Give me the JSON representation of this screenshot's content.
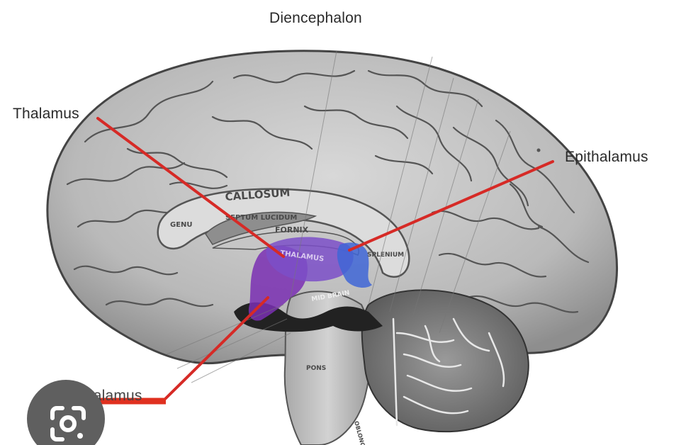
{
  "diagram": {
    "title": "Diencephalon",
    "labels": {
      "thalamus": "Thalamus",
      "epithalamus": "Epithalamus",
      "hypothalamus": "Hypothalamus"
    },
    "structure_labels": {
      "callosum": "CALLOSUM",
      "septum": "SEPTUM LUCIDUM",
      "genu": "GENU",
      "fornix": "FORNIX",
      "thalamus_inner": "THALAMUS",
      "splenium": "SPLENIUM",
      "midbrain": "MID BRAIN",
      "pons": "PONS",
      "oblongata": "OBLONGATA"
    },
    "colors": {
      "pointer_line": "#d62a26",
      "hypothalamus_region": "#7a2fb3",
      "thalamus_region": "#7b4fc8",
      "epithalamus_region": "#3f66d6",
      "lens_button_bg": "#5f5f5f"
    }
  },
  "overlay": {
    "lens_icon": "google-lens-icon"
  }
}
